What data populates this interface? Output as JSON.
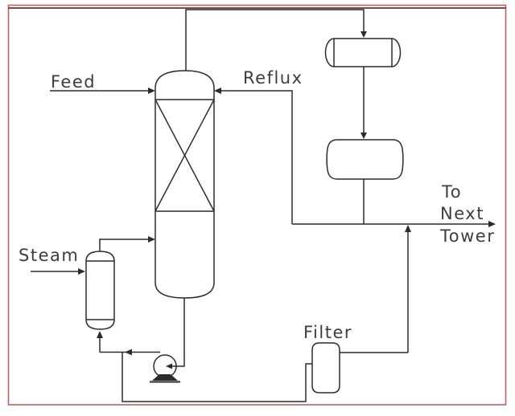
{
  "diagram": {
    "type": "process-flow-diagram",
    "labels": {
      "feed": "Feed",
      "reflux": "Reflux",
      "steam": "Steam",
      "filter": "Filter",
      "to_next_tower_line1": "To",
      "to_next_tower_line2": "Next",
      "to_next_tower_line3": "Tower"
    },
    "equipment": [
      "packed-distillation-column",
      "overhead-condenser",
      "reflux-accumulator-drum",
      "steam-reboiler",
      "bottoms-pump",
      "filter-vessel"
    ],
    "colors": {
      "background": "#ffffff",
      "line": "#2b2b2b",
      "text": "#3d3d3d",
      "border": "#c06060",
      "border_top": "#6f2f2f"
    }
  }
}
